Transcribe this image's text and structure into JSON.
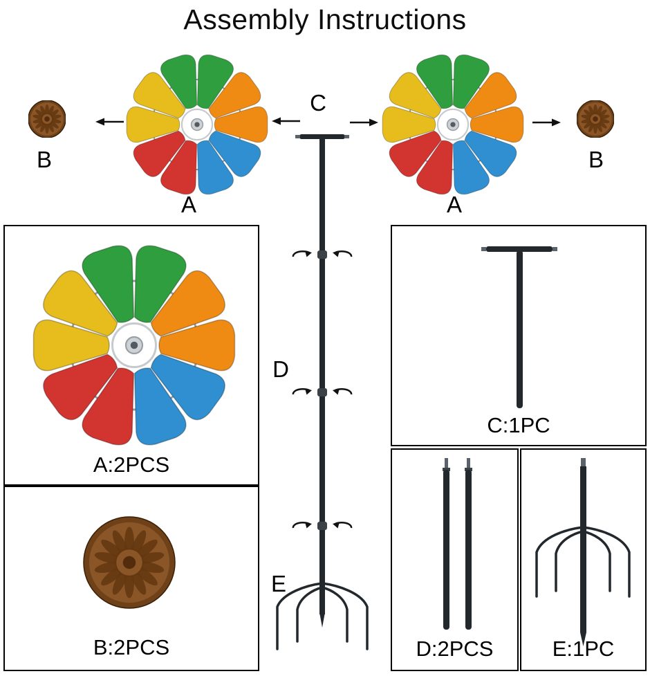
{
  "title": "Assembly Instructions",
  "parts": {
    "a_left": "A",
    "a_right": "A",
    "b_left": "B",
    "b_right": "B",
    "c": "C",
    "d": "D",
    "e": "E"
  },
  "boxes": {
    "a_label": "A:2PCS",
    "b_label": "B:2PCS",
    "c_label": "C:1PC",
    "d_label": "D:2PCS",
    "e_label": "E:1PC"
  },
  "windmill_blade_order": [
    "green",
    "green",
    "orange",
    "orange",
    "blue",
    "blue",
    "red",
    "red",
    "yellow",
    "yellow"
  ],
  "colors": {
    "blade_green": "#2f9e3e",
    "blade_orange": "#ef8b13",
    "blade_blue": "#2f8fd0",
    "blade_red": "#d23430",
    "blade_yellow": "#e6bd1c",
    "ring_gray": "#9aa0a5",
    "hub_white": "#ffffff",
    "metal": "#23282d",
    "metal_light": "#5a626b",
    "arrow_black": "#111111",
    "cap_rim": "#6e4118",
    "cap_body": "#8a5527",
    "cap_petal": "#63370f",
    "cap_center": "#532c0c"
  }
}
